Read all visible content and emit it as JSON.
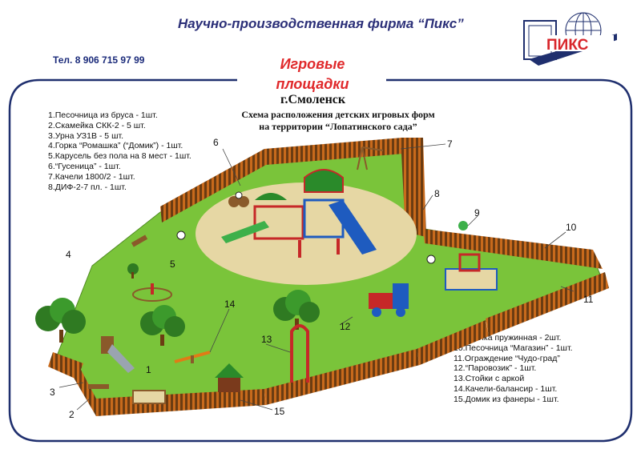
{
  "header": {
    "company": "Научно-производственная фирма “Пикс”",
    "phone": "Тел.  8 906 715 97 99",
    "logo_text": "ПИКС"
  },
  "title": {
    "line1": "Игровые",
    "line2": "площадки",
    "city": "г.Смоленск",
    "scheme_line1": "Схема расположения детских игровых форм",
    "scheme_line2": "на территории “Лопатинского  сада”"
  },
  "legend_left": [
    "1.Песочница из бруса - 1шт.",
    "2.Скамейка СКК-2 - 5 шт.",
    "3.Урна УЗ1В - 5 шт.",
    "4.Горка “Ромашка” (“Домик”) - 1шт.",
    "5.Карусель без пола на 8 мест - 1шт.",
    "6.“Гусеница” - 1шт.",
    "7.Качели 1800/2 - 1шт.",
    "8.ДИФ-2-7 пл. - 1шт."
  ],
  "legend_right": [
    "9.Качалка пружинная - 2шт.",
    "10.Песочница “Магазин” - 1шт.",
    "11.Ограждение “Чудо-град”",
    "12.“Паровозик” - 1шт.",
    "13.Стойки с аркой",
    "14.Качели-балансир - 1шт.",
    "15.Домик из фанеры - 1шт."
  ],
  "markers": [
    "1",
    "2",
    "3",
    "4",
    "5",
    "6",
    "7",
    "8",
    "9",
    "10",
    "11",
    "12",
    "13",
    "14",
    "15"
  ],
  "colors": {
    "grass": "#7ac43a",
    "sand": "#e6d7a4",
    "frame": "#1f2f6e",
    "heading": "#e0292b",
    "logo_red": "#d8262b"
  }
}
